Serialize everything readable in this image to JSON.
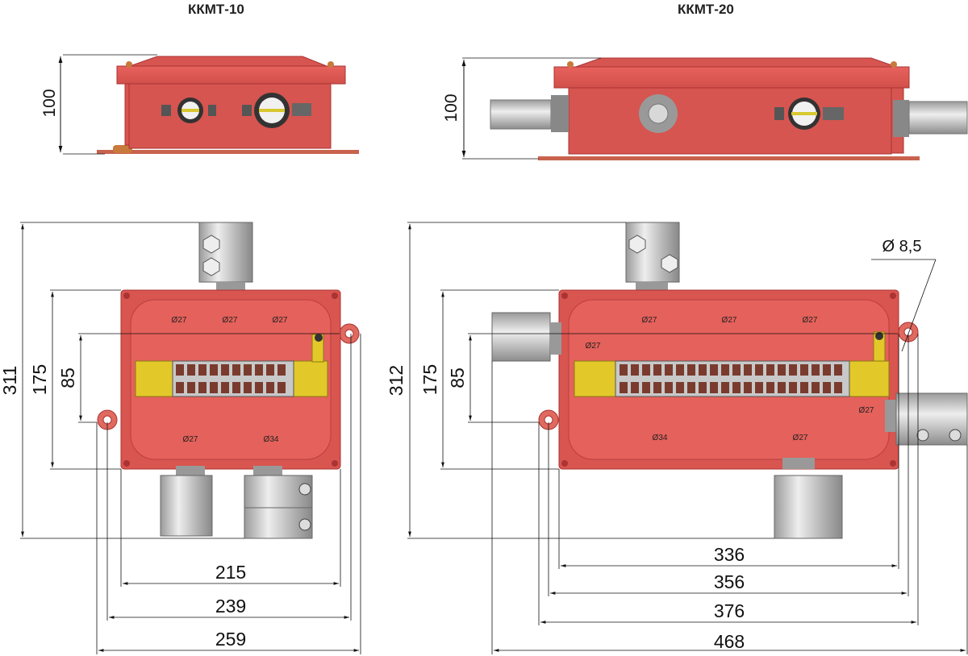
{
  "titles": {
    "left": "ККМТ-10",
    "right": "ККМТ-20"
  },
  "kkmt10": {
    "height": "100",
    "overall": "311",
    "inner_h": "175",
    "mount_h": "85",
    "w1": "215",
    "w2": "239",
    "w3": "259",
    "holes_top": [
      "Ø27",
      "Ø27",
      "Ø27"
    ],
    "holes_bottom": [
      "Ø27",
      "Ø34"
    ]
  },
  "kkmt20": {
    "height": "100",
    "overall": "312",
    "inner_h": "175",
    "mount_h": "85",
    "w1": "336",
    "w2": "356",
    "w3": "376",
    "w4": "468",
    "hole_dia": "Ø 8,5",
    "holes_top": [
      "Ø27",
      "Ø27",
      "Ø27"
    ],
    "hole_left": "Ø27",
    "hole_right": "Ø27",
    "holes_bottom": [
      "Ø34",
      "Ø27"
    ]
  },
  "colors": {
    "body": "#e05a55",
    "body_dark": "#b83b38",
    "terminal": "#e3c82a",
    "metal": "#c8c8c8"
  }
}
